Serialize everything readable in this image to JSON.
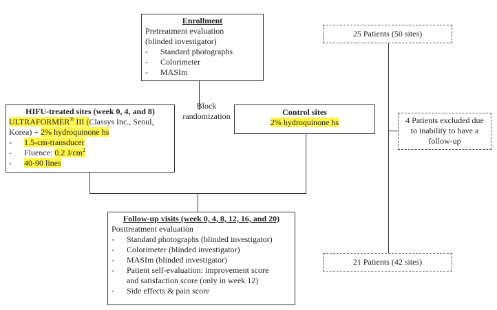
{
  "enrollment": {
    "title": "Enrollment",
    "line1": "Pretreatment evaluation",
    "line2": "(blinded investigator)",
    "items": [
      "Standard photographs",
      "Colorimeter",
      "MASIm"
    ]
  },
  "randomization": {
    "line1": "Block",
    "line2": "randomization"
  },
  "hifu": {
    "title": "HIFU-treated sites (week 0, 4, and 8)",
    "device_name": "ULTRAFORMER",
    "device_sup": "®",
    "device_model": " III (",
    "device_maker": "Classys Inc., Seoul,",
    "device_place": "Korea) + ",
    "device_drug": "2% hydroquinone hs",
    "transducer": "1.5-cm-transducer",
    "fluence_label": "Fluence: ",
    "fluence_value": "0.2 J/cm",
    "fluence_sup": "2",
    "lines": "40-90 lines"
  },
  "control": {
    "title": "Control sites",
    "drug": "2% hydroquinone hs"
  },
  "followup": {
    "title": "Follow-up visits (week 0, 4, 8, 12, 16, and 20)",
    "subtitle": "Posttreatment evaluation",
    "items": [
      "Standard photographs (blinded investigator)",
      "Colorimeter (blinded investigator)",
      "MASIm (blinded investigator)",
      "Patient self-evaluation: improvement score",
      "and satisfaction score (only in week 12)",
      "Side effects & pain score"
    ]
  },
  "patients_start": "25 Patients (50 sites)",
  "excluded": {
    "line1": "4 Patients excluded due",
    "line2": "to inability to have a",
    "line3": "follow-up"
  },
  "patients_end": "21 Patients (42 sites)",
  "colors": {
    "highlight": "#fff44a",
    "border": "#333333"
  }
}
